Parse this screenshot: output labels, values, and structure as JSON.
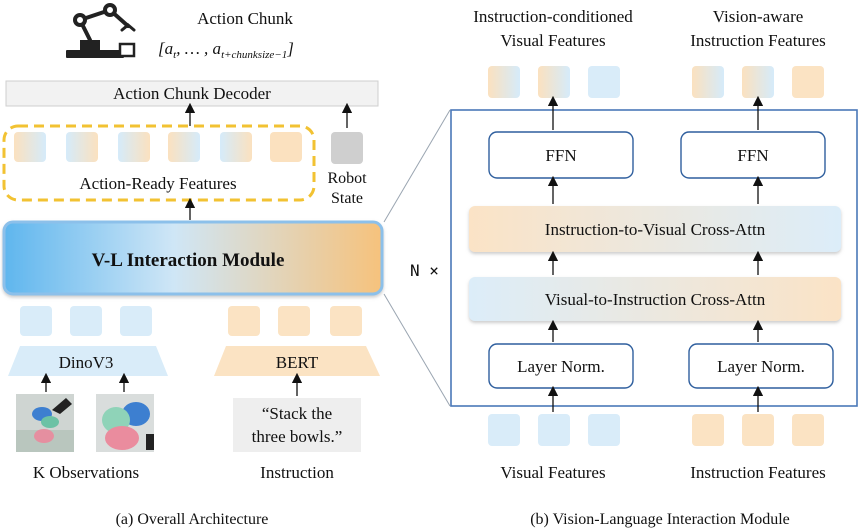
{
  "left_panel": {
    "action_chunk_title": "Action Chunk",
    "action_chunk_formula": "[a",
    "formula_sub_t": "t",
    "formula_mid": ", … , a",
    "formula_sub_end": "t+chunksize−1",
    "formula_close": "]",
    "decoder_label": "Action Chunk Decoder",
    "action_ready_label": "Action-Ready Features",
    "robot_state_line1": "Robot",
    "robot_state_line2": "State",
    "vl_module_label": "V-L Interaction Module",
    "vision_encoder_label": "DinoV3",
    "text_encoder_label": "BERT",
    "instruction_text_line1": "“Stack the",
    "instruction_text_line2": "three bowls.”",
    "observations_label": "K Observations",
    "instruction_label": "Instruction",
    "caption": "(a) Overall Architecture"
  },
  "right_panel": {
    "top_left_label_line1": "Instruction-conditioned",
    "top_left_label_line2": "Visual Features",
    "top_right_label_line1": "Vision-aware",
    "top_right_label_line2": "Instruction Features",
    "ffn_label": "FFN",
    "i2v_label": "Instruction-to-Visual Cross-Attn",
    "v2i_label": "Visual-to-Instruction Cross-Attn",
    "layer_norm_label": "Layer Norm.",
    "repeat_label": "N ×",
    "bottom_left_label": "Visual Features",
    "bottom_right_label": "Instruction Features",
    "caption": "(b) Vision-Language Interaction Module"
  },
  "colors": {
    "blue_token": "#d9ecf9",
    "orange_token": "#fbe3c3",
    "gray_token": "#cfcfcf",
    "module_border": "#6a93c5",
    "dashed_yellow": "#f2c232",
    "box_border": "#2f5f9e"
  }
}
